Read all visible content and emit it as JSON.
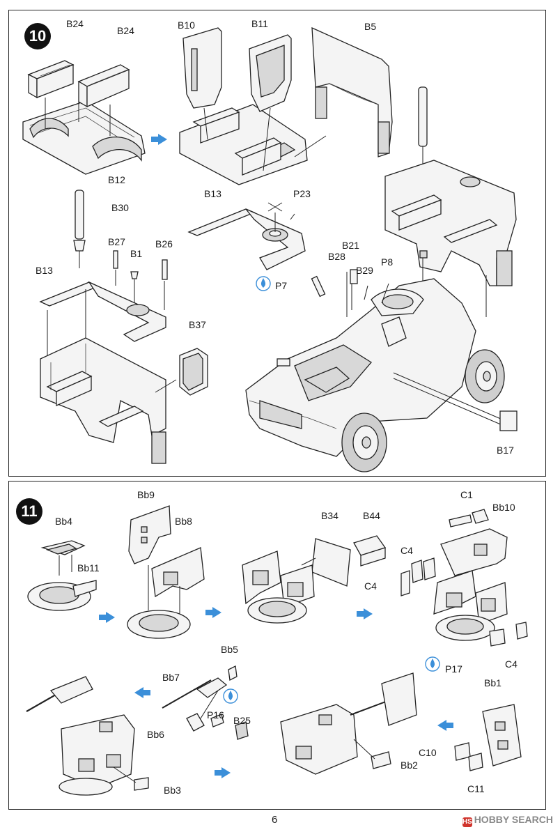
{
  "steps": [
    {
      "number": "10",
      "labels": {
        "b24_left": "B24",
        "b24_right": "B24",
        "b10": "B10",
        "b11": "B11",
        "b5": "B5",
        "b12": "B12",
        "b30": "B30",
        "b13_top": "B13",
        "p23": "P23",
        "b27": "B27",
        "b1": "B1",
        "b26": "B26",
        "b13_left": "B13",
        "b21": "B21",
        "b28": "B28",
        "b29": "B29",
        "p8": "P8",
        "p7": "P7",
        "b37": "B37",
        "b17": "B17"
      }
    },
    {
      "number": "11",
      "labels": {
        "bb4": "Bb4",
        "bb11": "Bb11",
        "bb9": "Bb9",
        "bb8": "Bb8",
        "b34": "B34",
        "b44": "B44",
        "c1": "C1",
        "bb10": "Bb10",
        "c4_top": "C4",
        "c4_left": "C4",
        "c4_right": "C4",
        "p17": "P17",
        "bb5": "Bb5",
        "bb7": "Bb7",
        "p16": "P16",
        "b25": "B25",
        "bb6": "Bb6",
        "bb3": "Bb3",
        "bb1": "Bb1",
        "c10": "C10",
        "bb2": "Bb2",
        "c11": "C11"
      }
    }
  ],
  "footer": {
    "page_number": "6",
    "watermark": "HOBBY SEARCH",
    "watermark_logo": "HS"
  },
  "colors": {
    "flow_arrow": "#3b8fd9",
    "badge": "#111111",
    "line": "#222222"
  },
  "icons": [
    "glue-drop-icon",
    "flow-arrow-icon"
  ]
}
